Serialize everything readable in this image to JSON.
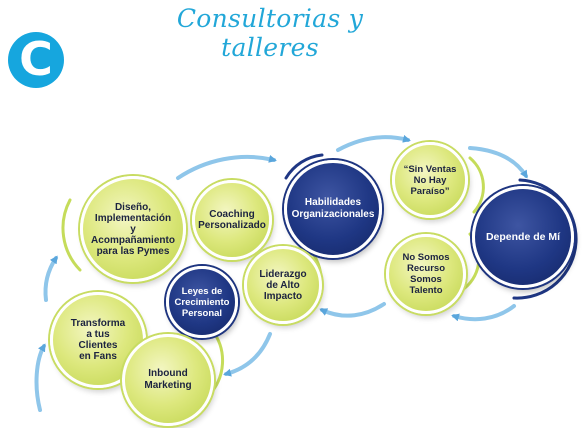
{
  "header": {
    "title": "Consultorias y talleres",
    "logo_letter": "C"
  },
  "colors": {
    "accent_blue": "#22a7d8",
    "navy": "#1f3784",
    "lime": "#c8dc62"
  },
  "nodes": {
    "diseno": "Diseño,\nImplementación\ny\nAcompañamiento\npara las Pymes",
    "coaching": "Coaching\nPersonalizado",
    "habilidades": "Habilidades\nOrganizacionales",
    "sin_ventas": "“Sin Ventas\nNo Hay\nParaíso”",
    "depende": "Depende de Mí",
    "no_somos": "No Somos\nRecurso\nSomos\nTalento",
    "liderazgo": "Liderazgo\nde Alto\nImpacto",
    "leyes": "Leyes de\nCrecimiento\nPersonal",
    "transforma": "Transforma\na tus\nClientes\nen Fans",
    "inbound": "Inbound\nMarketing"
  }
}
